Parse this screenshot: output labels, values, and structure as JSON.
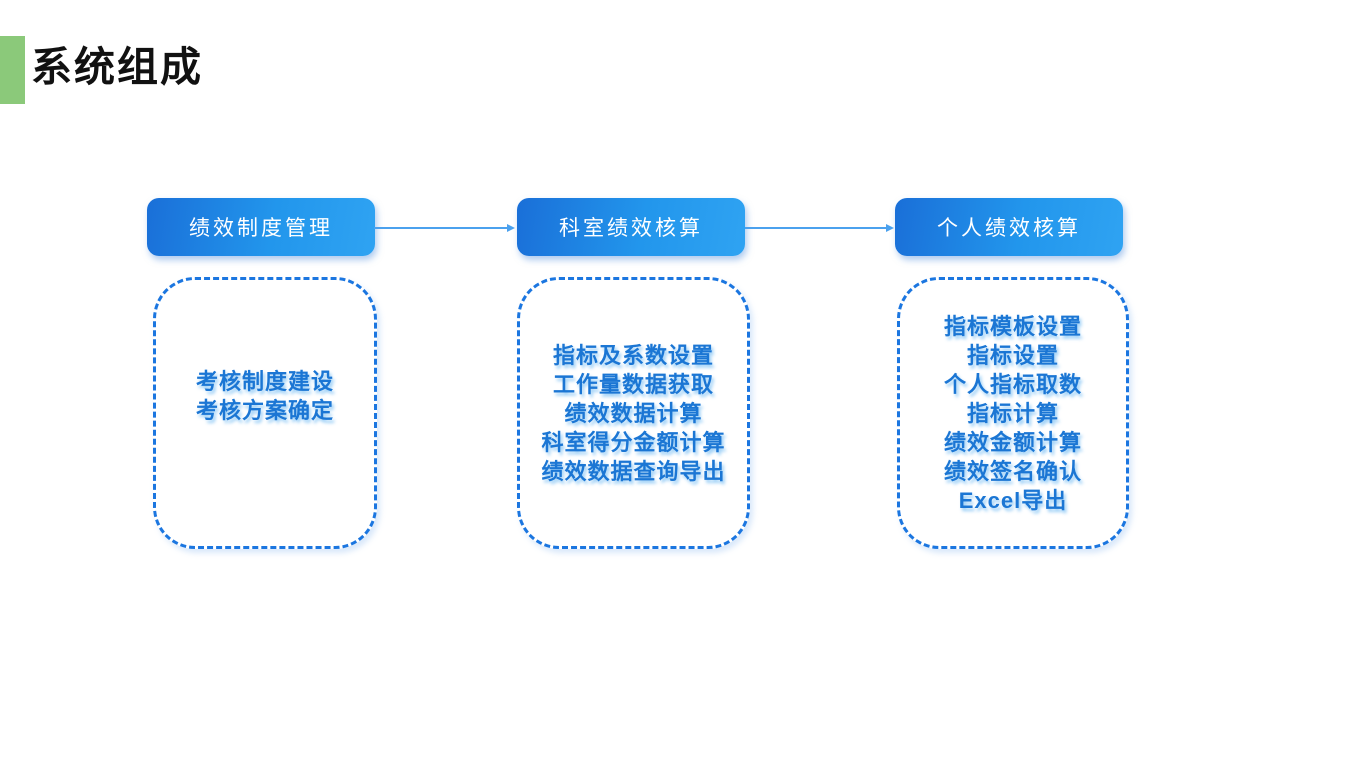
{
  "slide": {
    "title": "系统组成",
    "colors": {
      "background": "#FFFFFF",
      "title_text": "#111111",
      "accent_green": "#8BC97A",
      "header_gradient_start": "#1A6FD8",
      "header_gradient_end": "#2FA3F2",
      "header_text": "#FFFFFF",
      "item_text": "#1B76D4",
      "dashed_border": "#1B76E0",
      "arrow": "#4BA1EE"
    },
    "flow": {
      "columns": [
        {
          "header": "绩效制度管理",
          "items": [
            "考核制度建设",
            "考核方案确定"
          ]
        },
        {
          "header": "科室绩效核算",
          "items": [
            "指标及系数设置",
            "工作量数据获取",
            "绩效数据计算",
            "科室得分金额计算",
            "绩效数据查询导出"
          ]
        },
        {
          "header": "个人绩效核算",
          "items": [
            "指标模板设置",
            "指标设置",
            "个人指标取数",
            "指标计算",
            "绩效金额计算",
            "绩效签名确认",
            "Excel导出"
          ]
        }
      ]
    }
  }
}
